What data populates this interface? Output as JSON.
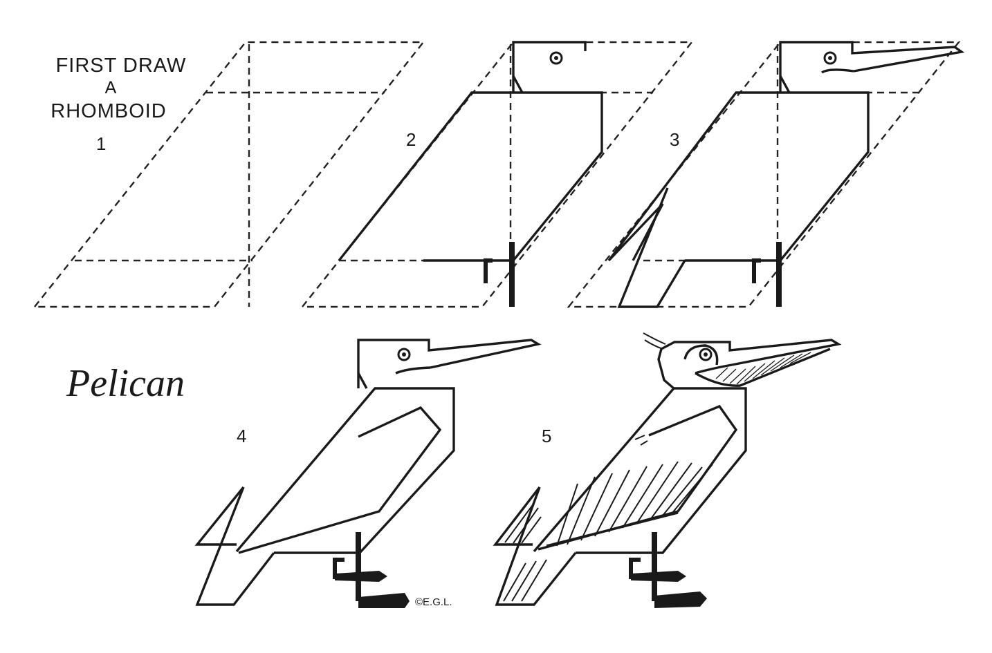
{
  "instruction_lines": [
    "FIRST DRAW",
    "A",
    "RHOMBOID"
  ],
  "title": "Pelican",
  "steps": [
    "1",
    "2",
    "3",
    "4",
    "5"
  ],
  "signature": "©E.G.L."
}
